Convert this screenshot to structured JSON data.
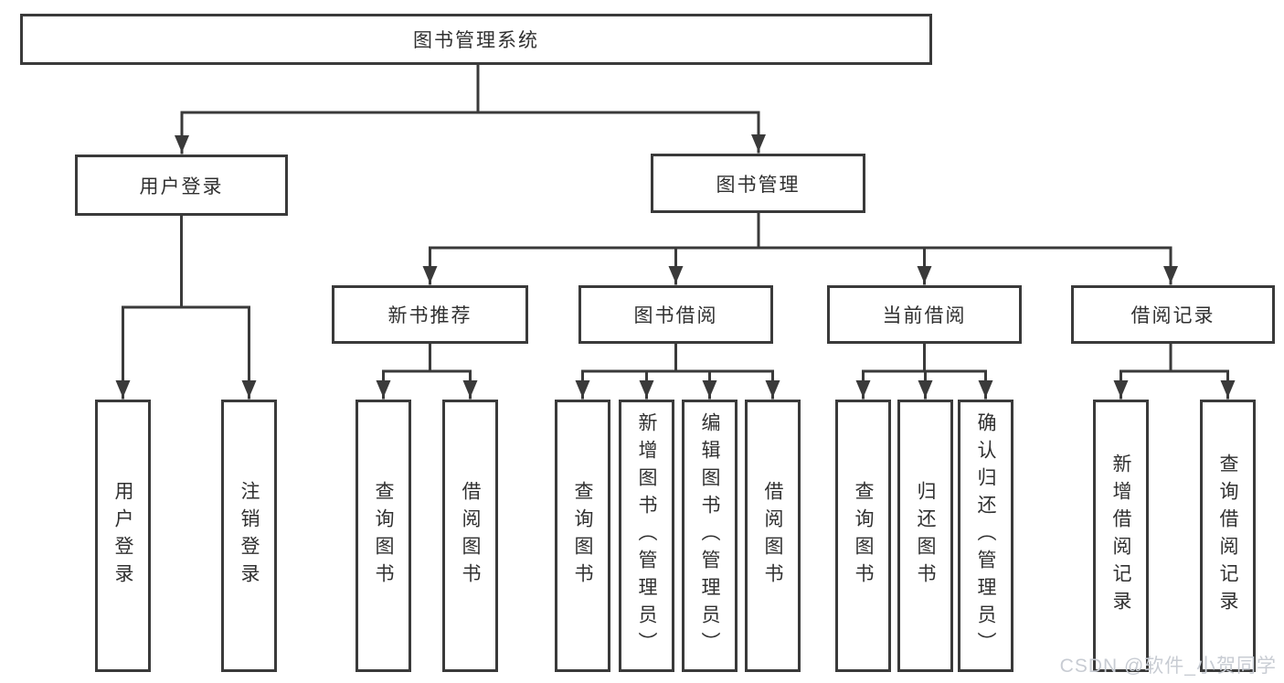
{
  "diagram": {
    "root": {
      "label": "图书管理系统",
      "children": [
        {
          "label": "用户登录",
          "children": [
            {
              "label": "用户登录"
            },
            {
              "label": "注销登录"
            }
          ]
        },
        {
          "label": "图书管理",
          "children": [
            {
              "label": "新书推荐",
              "children": [
                {
                  "label": "查询图书"
                },
                {
                  "label": "借阅图书"
                }
              ]
            },
            {
              "label": "图书借阅",
              "children": [
                {
                  "label": "查询图书"
                },
                {
                  "label": "新增图书（管理员）"
                },
                {
                  "label": "编辑图书（管理员）"
                },
                {
                  "label": "借阅图书"
                }
              ]
            },
            {
              "label": "当前借阅",
              "children": [
                {
                  "label": "查询图书"
                },
                {
                  "label": "归还图书"
                },
                {
                  "label": "确认归还（管理员）"
                }
              ]
            },
            {
              "label": "借阅记录",
              "children": [
                {
                  "label": "新增借阅记录"
                },
                {
                  "label": "查询借阅记录"
                }
              ]
            }
          ]
        }
      ]
    }
  },
  "watermark": {
    "text": "CSDN @软件_小贺同学"
  },
  "colors": {
    "line": "#3a3a3a",
    "text": "#303030",
    "background": "#ffffff",
    "watermark": "#c8ccd3"
  }
}
